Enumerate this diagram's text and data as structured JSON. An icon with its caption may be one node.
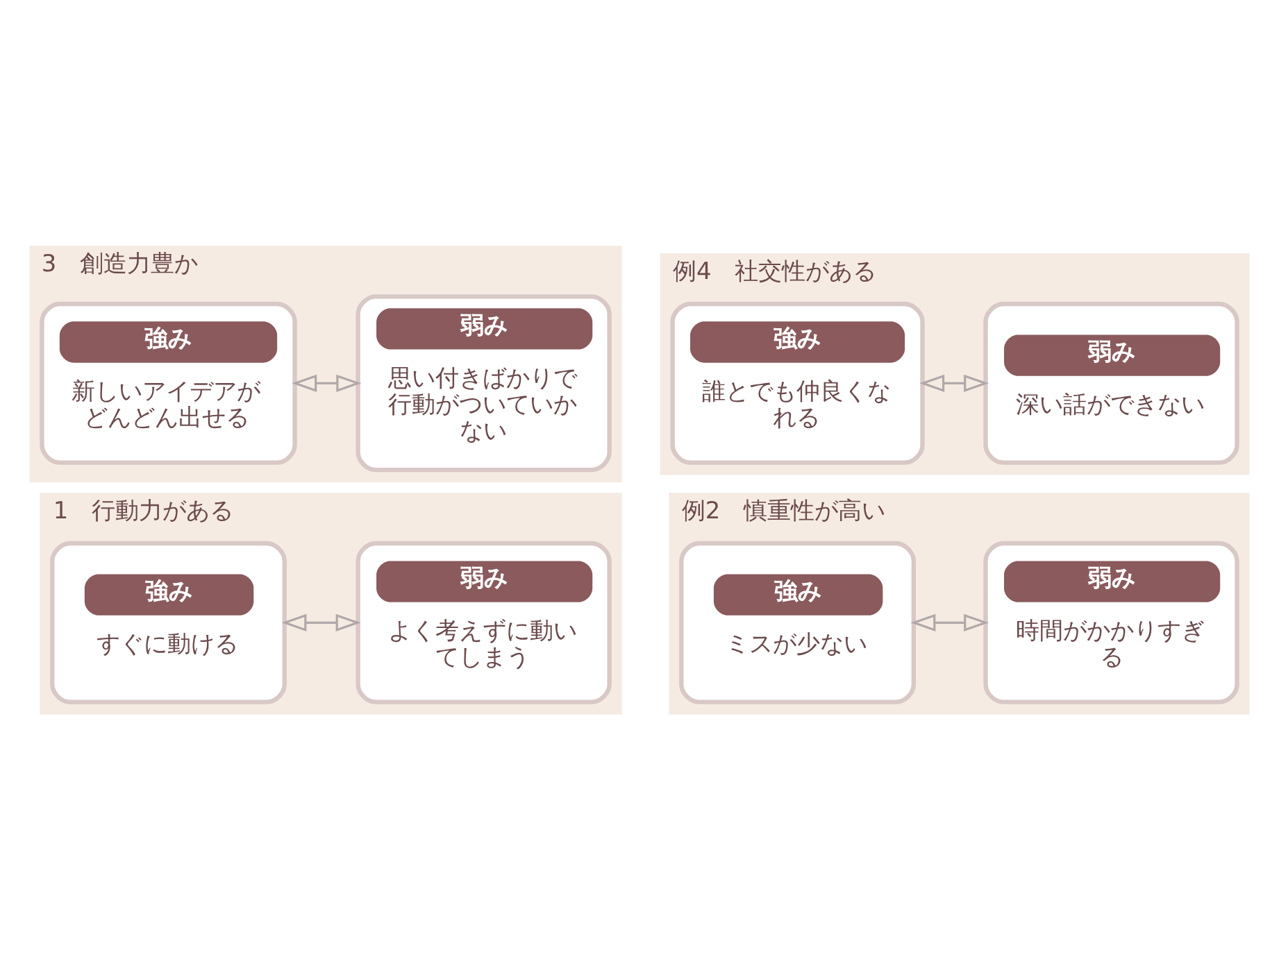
{
  "diagram": {
    "nodes": [
      {
        "text": [
          "1　行動力がある"
        ]
      },
      {
        "text": [
          "強み",
          "すぐに動ける"
        ],
        "in": 0
      },
      {
        "text": [
          "弱み",
          "よく考えずに動いてしまう"
        ],
        "in": 0
      },
      {
        "text": [
          "例2　慎重性が高い"
        ]
      },
      {
        "text": [
          "強み",
          "ミスが少ない"
        ],
        "in": 3
      },
      {
        "text": [
          "弱み",
          "時間がかかりすぎる"
        ],
        "in": 3
      },
      {
        "text": [
          "3　創造力豊か"
        ]
      },
      {
        "text": [
          "強み",
          "新しいアイデアがどんどん出せる"
        ],
        "in": 6
      },
      {
        "text": [
          "弱み",
          "思い付きばかりで行動がついていかない"
        ],
        "in": 6
      },
      {
        "text": [
          "例4　社交性がある"
        ]
      },
      {
        "text": [
          "強み",
          "誰とでも仲良くなれる"
        ],
        "in": 9
      },
      {
        "text": [
          "弱み",
          "深い話ができない"
        ],
        "in": 9
      }
    ],
    "edges": [
      {
        "from": 1,
        "to": 2,
        "arrow": "both"
      },
      {
        "from": 4,
        "to": 5,
        "arrow": "both"
      },
      {
        "from": 7,
        "to": 8,
        "arrow": "both"
      },
      {
        "from": 10,
        "to": 11,
        "arrow": "both"
      }
    ]
  }
}
